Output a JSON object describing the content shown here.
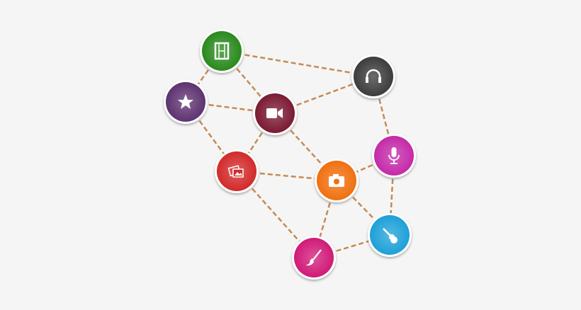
{
  "diagram": {
    "edge_color": "#c58a55",
    "nodes": [
      {
        "id": "film",
        "icon": "film-icon",
        "color": "#2a8a1e"
      },
      {
        "id": "headphones",
        "icon": "headphones-icon",
        "color": "#3c3c3c"
      },
      {
        "id": "star",
        "icon": "star-icon",
        "color": "#5e3370"
      },
      {
        "id": "video",
        "icon": "video-camera-icon",
        "color": "#7a1a33"
      },
      {
        "id": "mic",
        "icon": "microphone-icon",
        "color": "#c42aa8"
      },
      {
        "id": "image",
        "icon": "images-icon",
        "color": "#d22a2a"
      },
      {
        "id": "camera",
        "icon": "camera-icon",
        "color": "#f07010"
      },
      {
        "id": "guitar",
        "icon": "guitar-icon",
        "color": "#1ea0d8"
      },
      {
        "id": "brush",
        "icon": "paintbrush-icon",
        "color": "#d01a78"
      }
    ],
    "edges": [
      [
        "film",
        "headphones"
      ],
      [
        "film",
        "star"
      ],
      [
        "film",
        "video"
      ],
      [
        "star",
        "video"
      ],
      [
        "star",
        "image"
      ],
      [
        "video",
        "image"
      ],
      [
        "video",
        "headphones"
      ],
      [
        "video",
        "camera"
      ],
      [
        "headphones",
        "mic"
      ],
      [
        "mic",
        "camera"
      ],
      [
        "mic",
        "guitar"
      ],
      [
        "image",
        "camera"
      ],
      [
        "image",
        "brush"
      ],
      [
        "camera",
        "brush"
      ],
      [
        "camera",
        "guitar"
      ],
      [
        "brush",
        "guitar"
      ]
    ]
  }
}
